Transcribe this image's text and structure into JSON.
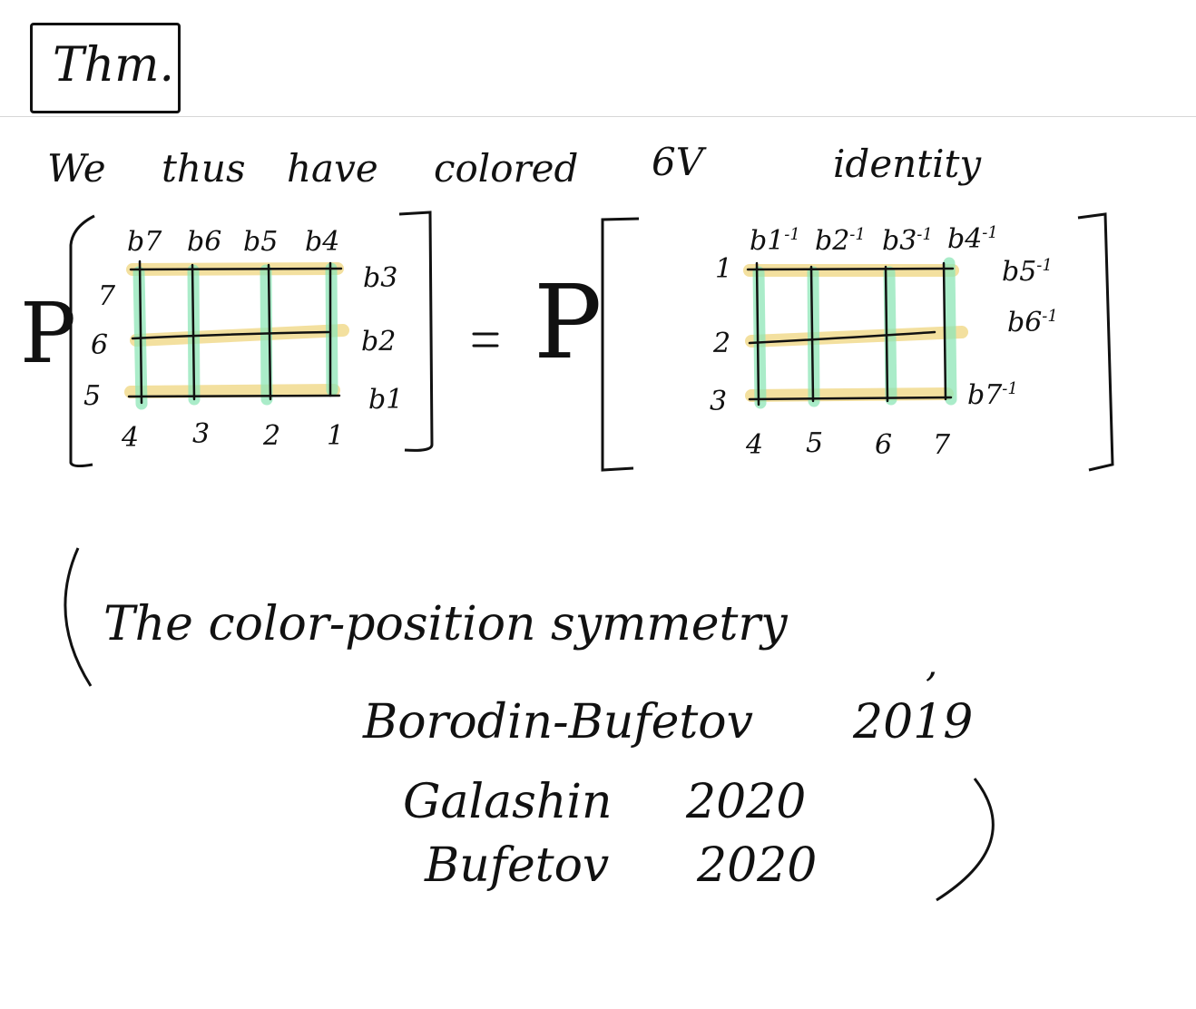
{
  "heading": {
    "label": "Thm."
  },
  "statement": {
    "words": [
      "We",
      "thus",
      "have",
      "colored",
      "6V",
      "identity"
    ]
  },
  "left_side": {
    "prob_symbol": "P",
    "top_labels": [
      "b7",
      "b6",
      "b5",
      "b4"
    ],
    "right_labels": [
      "b3",
      "b2",
      "b1"
    ],
    "left_labels": [
      "7",
      "6",
      "5"
    ],
    "bottom_labels": [
      "4",
      "3",
      "2",
      "1"
    ]
  },
  "equals": "=",
  "right_side": {
    "prob_symbol": "P",
    "top_labels": [
      "b1",
      "b2",
      "b3",
      "b4"
    ],
    "top_exponent": "-1",
    "right_labels": [
      "b5",
      "b6",
      "b7"
    ],
    "right_exponent": "-1",
    "left_labels": [
      "1",
      "2",
      "3"
    ],
    "bottom_labels": [
      "4",
      "5",
      "6",
      "7"
    ]
  },
  "note": {
    "open_paren": "(",
    "line1": "The color-position symmetry",
    "comma": ",",
    "refs": [
      {
        "authors": "Borodin-Bufetov",
        "year": "2019"
      },
      {
        "authors": "Galashin",
        "year": "2020"
      },
      {
        "authors": "Bufetov",
        "year": "2020"
      }
    ],
    "close_paren": ")"
  },
  "colors": {
    "ink": "#111111",
    "row_highlight": "#f0d680",
    "column_highlight": "#8ee6b8",
    "divider": "#d6d6d6"
  }
}
